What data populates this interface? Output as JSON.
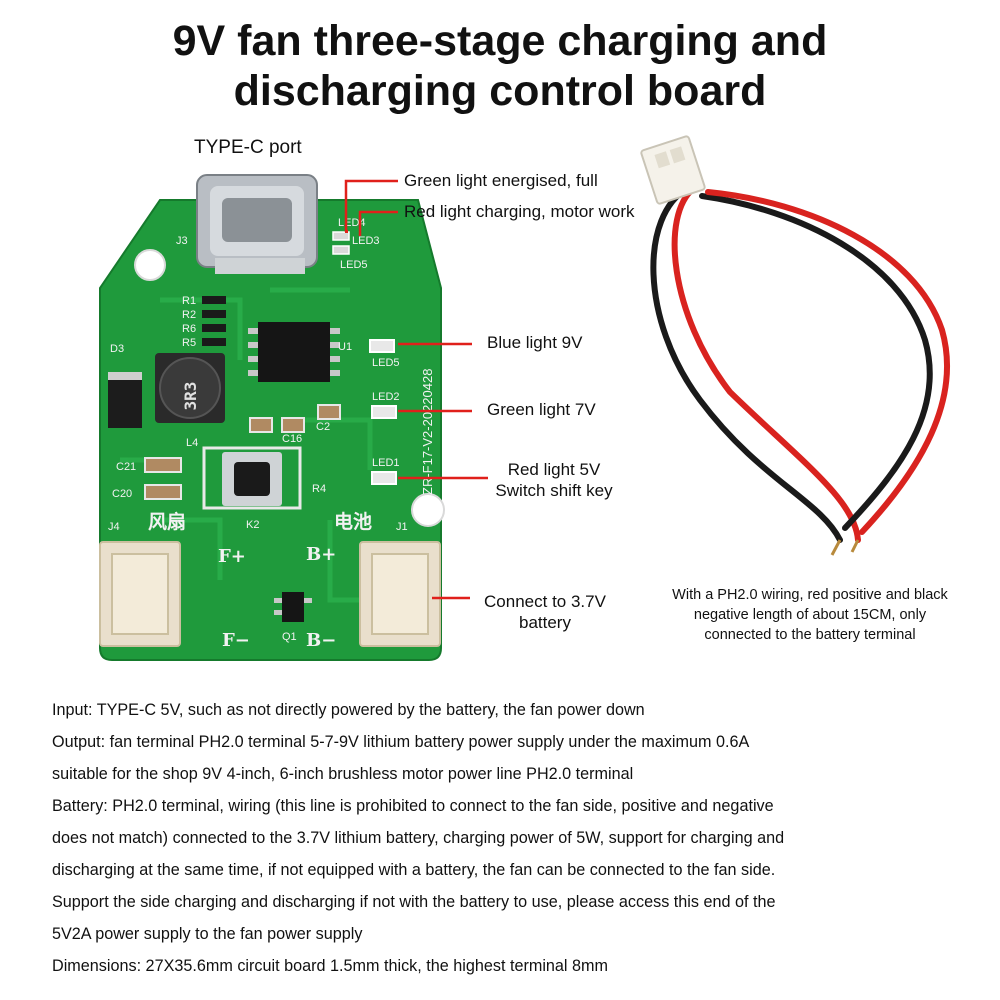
{
  "title": {
    "line1": "9V fan three-stage charging and",
    "line2": "discharging control board"
  },
  "callouts": {
    "type_c": "TYPE-C port",
    "green_full": "Green light energised, full",
    "red_charging": "Red light charging, motor work",
    "blue_9v": "Blue light 9V",
    "green_7v": "Green light 7V",
    "red_5v": "Red light 5V",
    "switch_key": "Switch shift key",
    "battery_line1": "Connect to 3.7V",
    "battery_line2": "battery"
  },
  "pcb_silkscreen": {
    "j3": "J3",
    "led4": "LED4",
    "led3": "LED3",
    "r1": "R1",
    "r2": "R2",
    "r6": "R6",
    "r5": "R5",
    "u1": "U1",
    "d3": "D3",
    "inductor": "3R3",
    "l4": "L4",
    "c16": "C16",
    "c2": "C2",
    "led5": "LED5",
    "led2": "LED2",
    "led1": "LED1",
    "c21": "C21",
    "c20": "C20",
    "r4": "R4",
    "k2": "K2",
    "j4": "J4",
    "j1": "J1",
    "fan_cn": "风扇",
    "battery_cn": "电池",
    "f_plus": "F+",
    "f_minus": "F−",
    "b_plus": "B+",
    "b_minus": "B−",
    "q1": "Q1",
    "board_id": "ZR-F17-V2-20220428"
  },
  "wire_note": {
    "line1": "With a PH2.0 wiring, red positive and black",
    "line2": "negative length of about 15CM, only",
    "line3": "connected to the battery terminal"
  },
  "description": {
    "input": "Input: TYPE-C 5V, such as not directly powered by the battery, the fan power down",
    "output_1": "Output: fan terminal PH2.0 terminal 5-7-9V lithium battery power supply under the maximum 0.6A",
    "output_2": "suitable for the shop 9V 4-inch, 6-inch brushless motor power line PH2.0 terminal",
    "battery_1": "Battery: PH2.0 terminal, wiring (this line is prohibited to connect to the fan side, positive and negative",
    "battery_2": "does not match) connected to the 3.7V lithium battery, charging power of 5W, support for charging and",
    "battery_3": "discharging at the same time, if not equipped with a battery, the fan can be connected to the fan side.",
    "support_1": "Support the side charging and discharging if not with the battery to use, please access this end of the",
    "support_2": "5V2A power supply to the fan power supply",
    "dimensions": "Dimensions: 27X35.6mm circuit board 1.5mm thick, the highest terminal 8mm"
  },
  "colors": {
    "pcb_green": "#1f9a3c",
    "callout_red": "#e0201b",
    "wire_red": "#d9231f",
    "wire_black": "#1a1a1a"
  }
}
